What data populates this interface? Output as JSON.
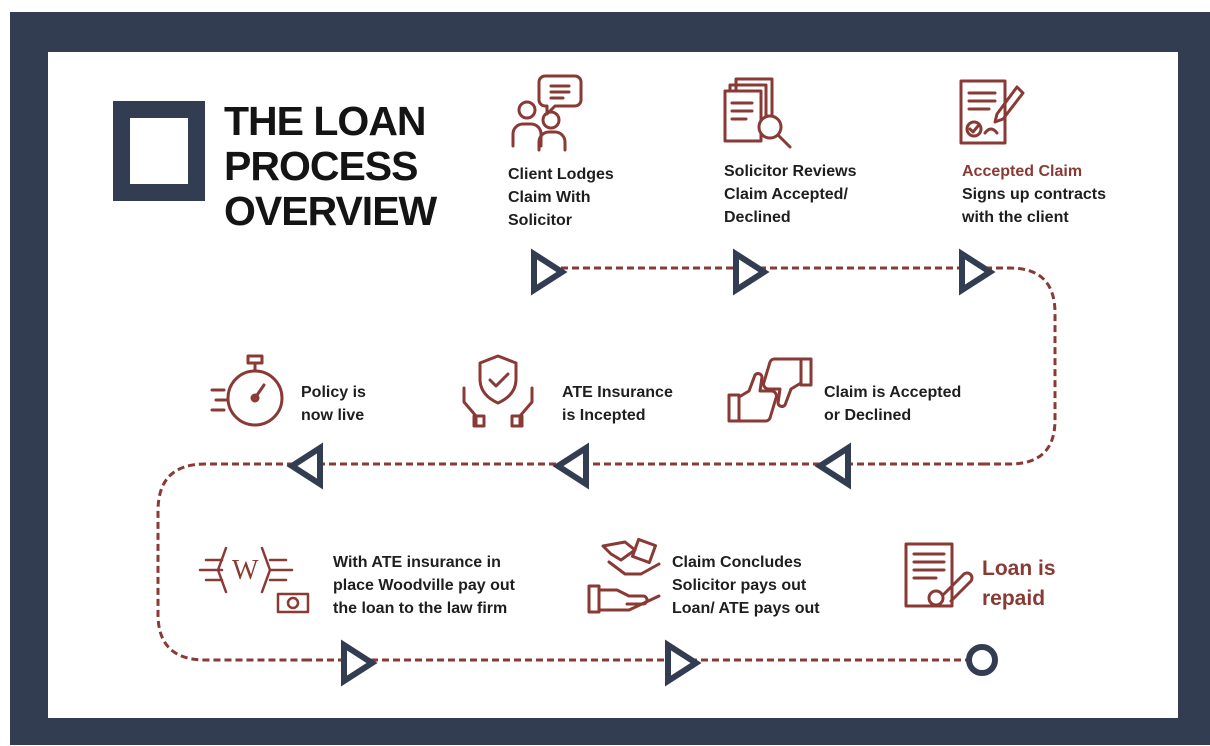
{
  "title": {
    "line1": "THE LOAN",
    "line2": "PROCESS",
    "line3": "OVERVIEW"
  },
  "colors": {
    "frame": "#333d52",
    "accent": "#8a3a35",
    "marker": "#333d52",
    "text": "#1e1e1e"
  },
  "steps": [
    {
      "lines": [
        "Client Lodges",
        "Claim With",
        "Solicitor"
      ],
      "icon": "client-speech-bubble-icon"
    },
    {
      "lines": [
        "Solicitor Reviews",
        "Claim Accepted/",
        "Declined"
      ],
      "icon": "document-magnifier-icon"
    },
    {
      "highlight": "Accepted Claim",
      "lines": [
        "Signs up contracts",
        "with the client"
      ],
      "icon": "contract-signing-icon"
    },
    {
      "lines": [
        "Claim is Accepted",
        "or Declined"
      ],
      "icon": "thumbs-up-down-icon"
    },
    {
      "lines": [
        "ATE Insurance",
        "is Incepted"
      ],
      "icon": "shield-hands-icon"
    },
    {
      "lines": [
        "Policy is",
        "now live"
      ],
      "icon": "stopwatch-icon"
    },
    {
      "lines": [
        "With ATE insurance in",
        "place Woodville pay out",
        "the loan to the law firm"
      ],
      "icon": "woodville-money-icon",
      "logo_letter": "W"
    },
    {
      "lines": [
        "Claim Concludes",
        "Solicitor pays out",
        "Loan/ ATE pays out"
      ],
      "icon": "handshake-money-icon"
    },
    {
      "lines": [
        "Loan is",
        "repaid"
      ],
      "icon": "loan-document-stamp-icon"
    }
  ]
}
